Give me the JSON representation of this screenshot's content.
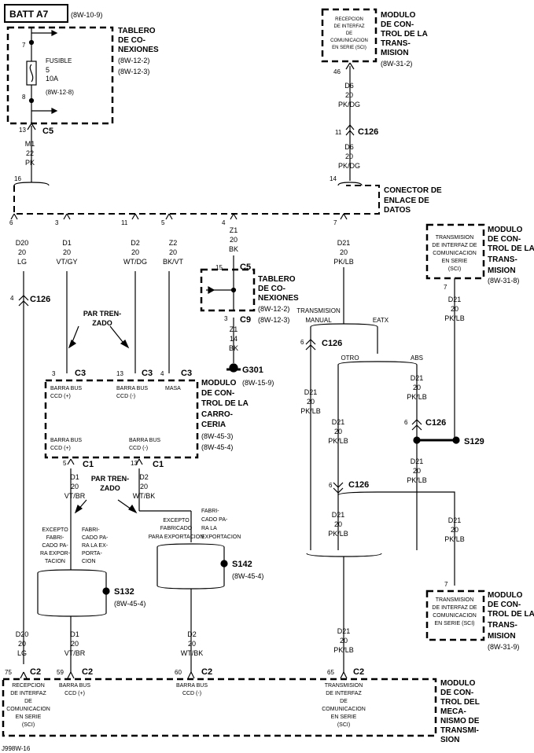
{
  "header": {
    "code": "BATT A7",
    "ref": "(8W-10-9)"
  },
  "footer": {
    "code": "J998W-16"
  },
  "grounds": {
    "g301": "G301",
    "g301_ref": "(8W-15-9)"
  },
  "splices": {
    "s129": "S129",
    "s132": "S132",
    "s132_ref": "(8W-45-4)",
    "s142": "S142",
    "s142_ref": "(8W-45-4)"
  },
  "labels": [
    "TABLERO",
    "DE CO-",
    "NEXIONES",
    "(8W-12-2)",
    "(8W-12-3)",
    "FUSIBLE",
    "5",
    "10A",
    "(8W-12-8)",
    "7",
    "8",
    "13",
    "C5",
    "M1",
    "22",
    "PK",
    "16",
    "RECEPCION",
    "DE INTERFAZ",
    "DE",
    "COMUNICACION",
    "EN SERIE (SCI)",
    "MODULO",
    "DE CON-",
    "TROL DE LA",
    "TRANS-",
    "MISION",
    "(8W-31-2)",
    "46",
    "D6",
    "20",
    "PK/DG",
    "11",
    "C126",
    "D6",
    "20",
    "PK/DG",
    "14",
    "CONECTOR DE",
    "ENLACE DE",
    "DATOS",
    "6",
    "3",
    "11",
    "5",
    "4",
    "7",
    "D20",
    "20",
    "LG",
    "D1",
    "20",
    "VT/GY",
    "D2",
    "20",
    "WT/DG",
    "Z2",
    "20",
    "BK/VT",
    "Z1",
    "20",
    "BK",
    "D21",
    "20",
    "PK/LB",
    "TRANSMISION",
    "DE INTERFAZ DE",
    "COMUNICACION",
    "EN SERIE",
    "(SCI)",
    "MODULO",
    "DE CON-",
    "TROL DE LA",
    "TRANS-",
    "MISION",
    "(8W-31-8)",
    "7",
    "D21",
    "20",
    "PK/LB",
    "4",
    "C126",
    "15",
    "C5",
    "TABLERO",
    "DE CO-",
    "NEXIONES",
    "(8W-12-2)",
    "(8W-12-3)",
    "3",
    "C9",
    "Z1",
    "14",
    "BK",
    "PAR TREN-",
    "ZADO",
    "TRANSMISION",
    "MANUAL",
    "EATX",
    "6",
    "C126",
    "OTRO",
    "ABS",
    "D21",
    "20",
    "PK/LB",
    "6",
    "C126",
    "3",
    "C3",
    "13",
    "C3",
    "4",
    "C3",
    "BARRA BUS",
    "CCD (+)",
    "BARRA BUS",
    "CCD (-)",
    "MASA",
    "MODULO",
    "DE CON-",
    "TROL DE LA",
    "CARRO-",
    "CERIA",
    "(8W-45-3)",
    "(8W-45-4)",
    "BARRA BUS",
    "CCD (+)",
    "BARRA BUS",
    "CCD (-)",
    "D21",
    "20",
    "PK/LB",
    "D21",
    "20",
    "PK/LB",
    "D21",
    "20",
    "PK/LB",
    "5",
    "C1",
    "13",
    "C1",
    "D1",
    "20",
    "VT/BR",
    "D2",
    "20",
    "WT/BK",
    "PAR TREN-",
    "ZADO",
    "6",
    "C126",
    "D21",
    "20",
    "PK/LB",
    "D21",
    "20",
    "PK/LB",
    "EXCEPTO",
    "FABRICADO",
    "PARA EXPORTACION",
    "FABRI-",
    "CADO PA-",
    "RA LA",
    "EXPORTACION",
    "EXCEPTO",
    "FABRI-",
    "CADO PA-",
    "RA EXPOR-",
    "TACION",
    "FABRI-",
    "CADO PA-",
    "RA LA EX-",
    "PORTA-",
    "CION",
    "7",
    "TRANSMISION",
    "DE INTERFAZ DE",
    "COMUNICACION",
    "EN SERIE (SCI)",
    "MODULO",
    "DE CON-",
    "TROL DE LA",
    "TRANS-",
    "MISION",
    "(8W-31-9)",
    "D20",
    "20",
    "LG",
    "D1",
    "20",
    "VT/BR",
    "D2",
    "20",
    "WT/BK",
    "D21",
    "20",
    "PK/LB",
    "75",
    "C2",
    "59",
    "C2",
    "60",
    "C2",
    "65",
    "C2",
    "RECEPCION",
    "DE INTERFAZ",
    "DE",
    "COMUNICACION",
    "EN SERIE",
    "(SCI)",
    "BARRA BUS",
    "CCD (+)",
    "BARRA BUS",
    "CCD (-)",
    "TRANSMISION",
    "DE INTERFAZ",
    "DE",
    "COMUNICACION",
    "EN SERIE",
    "(SCI)",
    "MODULO",
    "DE CON-",
    "TROL DEL",
    "MECA-",
    "NISMO DE",
    "TRANSMI-",
    "SION"
  ]
}
